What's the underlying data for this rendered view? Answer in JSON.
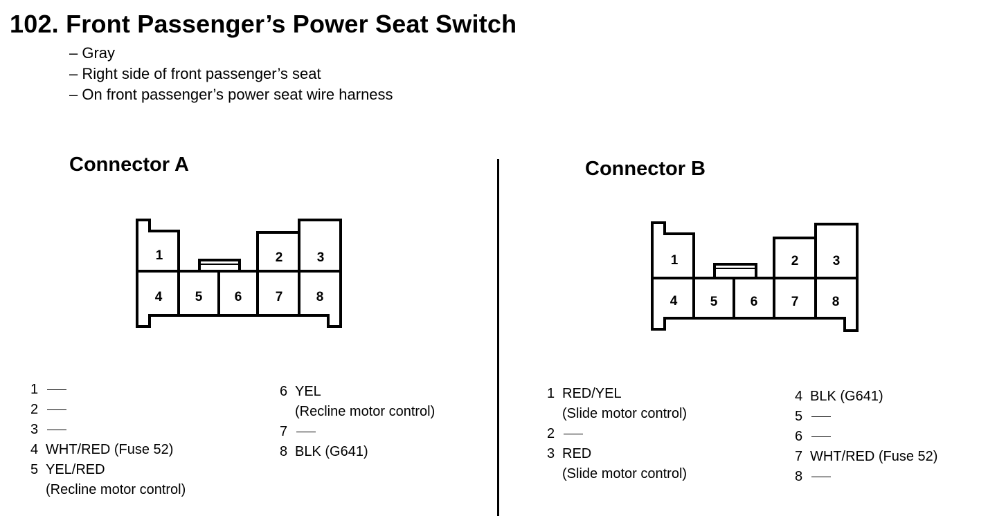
{
  "title": "102. Front Passenger’s Power Seat Switch",
  "bullets": [
    "– Gray",
    "– Right side of front passenger’s seat",
    "– On front passenger’s power seat wire harness"
  ],
  "connector_a": {
    "heading": "Connector A",
    "cavities": [
      "1",
      "2",
      "3",
      "4",
      "5",
      "6",
      "7",
      "8"
    ],
    "pins_left": [
      {
        "num": "1",
        "wire": "",
        "note": ""
      },
      {
        "num": "2",
        "wire": "",
        "note": ""
      },
      {
        "num": "3",
        "wire": "",
        "note": ""
      },
      {
        "num": "4",
        "wire": "WHT/RED (Fuse 52)",
        "note": ""
      },
      {
        "num": "5",
        "wire": "YEL/RED",
        "note": "(Recline motor control)"
      }
    ],
    "pins_right": [
      {
        "num": "6",
        "wire": "YEL",
        "note": "(Recline motor control)"
      },
      {
        "num": "7",
        "wire": "",
        "note": ""
      },
      {
        "num": "8",
        "wire": "BLK (G641)",
        "note": ""
      }
    ]
  },
  "connector_b": {
    "heading": "Connector B",
    "cavities": [
      "1",
      "2",
      "3",
      "4",
      "5",
      "6",
      "7",
      "8"
    ],
    "pins_left": [
      {
        "num": "1",
        "wire": "RED/YEL",
        "note": "(Slide motor control)"
      },
      {
        "num": "2",
        "wire": "",
        "note": ""
      },
      {
        "num": "3",
        "wire": "RED",
        "note": "(Slide motor control)"
      }
    ],
    "pins_right": [
      {
        "num": "4",
        "wire": "BLK (G641)",
        "note": ""
      },
      {
        "num": "5",
        "wire": "",
        "note": ""
      },
      {
        "num": "6",
        "wire": "",
        "note": ""
      },
      {
        "num": "7",
        "wire": "WHT/RED (Fuse 52)",
        "note": ""
      },
      {
        "num": "8",
        "wire": "",
        "note": ""
      }
    ]
  }
}
